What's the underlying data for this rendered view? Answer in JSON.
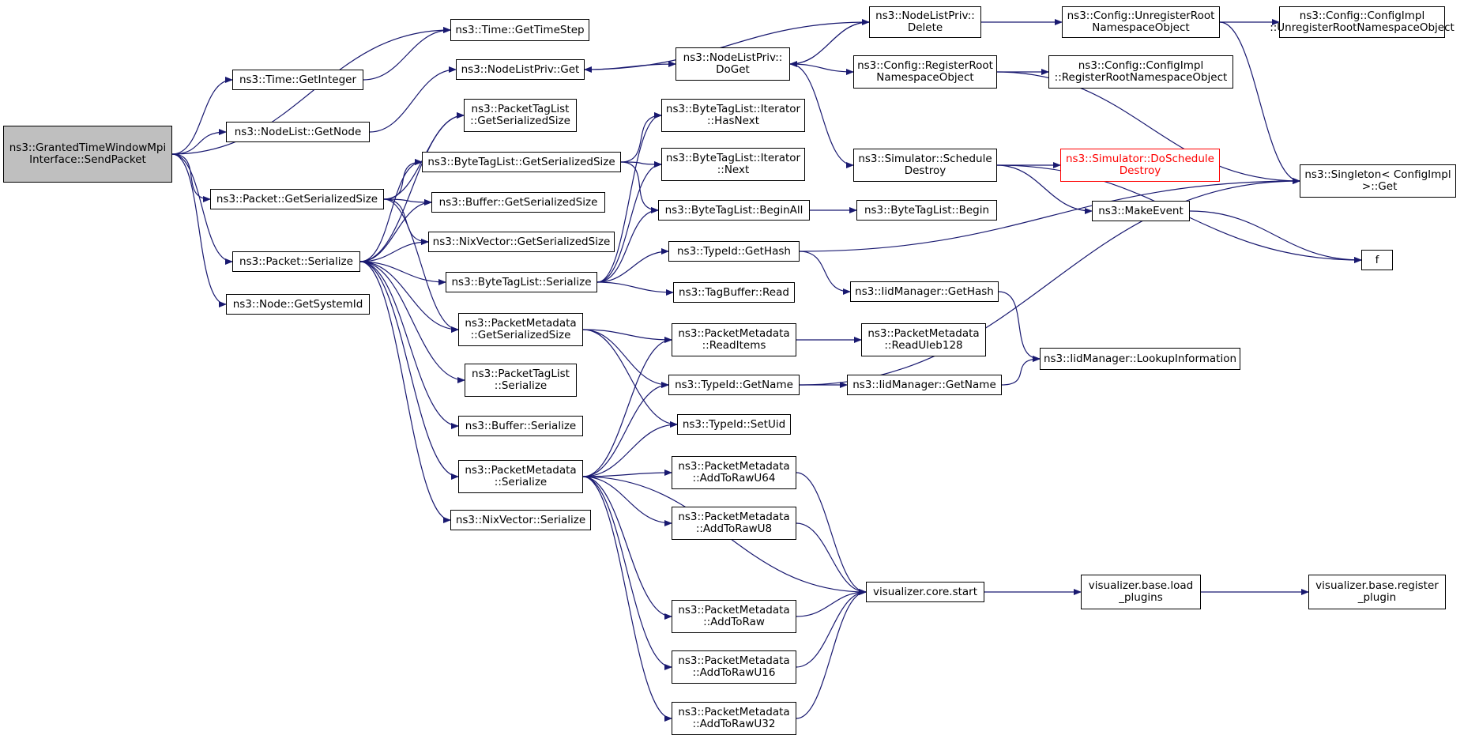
{
  "diagram": {
    "edge_color": "#191970",
    "nodes": [
      {
        "id": "root",
        "label": "ns3::GrantedTimeWindowMpi\nInterface::SendPacket",
        "style": "root"
      },
      {
        "id": "time_gettimestep",
        "label": "ns3::Time::GetTimeStep"
      },
      {
        "id": "time_getinteger",
        "label": "ns3::Time::GetInteger"
      },
      {
        "id": "nodelist_getnode",
        "label": "ns3::NodeList::GetNode"
      },
      {
        "id": "packet_getserializedsize",
        "label": "ns3::Packet::GetSerializedSize"
      },
      {
        "id": "packet_serialize",
        "label": "ns3::Packet::Serialize"
      },
      {
        "id": "node_getsystemid",
        "label": "ns3::Node::GetSystemId"
      },
      {
        "id": "nodelistpriv_get",
        "label": "ns3::NodeListPriv::Get"
      },
      {
        "id": "packettaglist_getserializedsize",
        "label": "ns3::PacketTagList\n::GetSerializedSize"
      },
      {
        "id": "bytetaglist_getserializedsize",
        "label": "ns3::ByteTagList::GetSerializedSize"
      },
      {
        "id": "buffer_getserializedsize",
        "label": "ns3::Buffer::GetSerializedSize"
      },
      {
        "id": "nixvector_getserializedsize",
        "label": "ns3::NixVector::GetSerializedSize"
      },
      {
        "id": "bytetaglist_serialize",
        "label": "ns3::ByteTagList::Serialize"
      },
      {
        "id": "packetmetadata_getserializedsize",
        "label": "ns3::PacketMetadata\n::GetSerializedSize"
      },
      {
        "id": "packettaglist_serialize",
        "label": "ns3::PacketTagList\n::Serialize"
      },
      {
        "id": "buffer_serialize",
        "label": "ns3::Buffer::Serialize"
      },
      {
        "id": "packetmetadata_serialize",
        "label": "ns3::PacketMetadata\n::Serialize"
      },
      {
        "id": "nixvector_serialize",
        "label": "ns3::NixVector::Serialize"
      },
      {
        "id": "nodelistpriv_doget",
        "label": "ns3::NodeListPriv::\nDoGet"
      },
      {
        "id": "bytetaglist_iterator_hasnext",
        "label": "ns3::ByteTagList::Iterator\n::HasNext"
      },
      {
        "id": "bytetaglist_iterator_next",
        "label": "ns3::ByteTagList::Iterator\n::Next"
      },
      {
        "id": "bytetaglist_beginall",
        "label": "ns3::ByteTagList::BeginAll"
      },
      {
        "id": "typeid_gethash",
        "label": "ns3::TypeId::GetHash"
      },
      {
        "id": "tagbuffer_read",
        "label": "ns3::TagBuffer::Read"
      },
      {
        "id": "packetmetadata_readitems",
        "label": "ns3::PacketMetadata\n::ReadItems"
      },
      {
        "id": "typeid_getname",
        "label": "ns3::TypeId::GetName"
      },
      {
        "id": "typeid_setuid",
        "label": "ns3::TypeId::SetUid"
      },
      {
        "id": "packetmetadata_addtorawu64",
        "label": "ns3::PacketMetadata\n::AddToRawU64"
      },
      {
        "id": "packetmetadata_addtorawu8",
        "label": "ns3::PacketMetadata\n::AddToRawU8"
      },
      {
        "id": "packetmetadata_addtoraw",
        "label": "ns3::PacketMetadata\n::AddToRaw"
      },
      {
        "id": "packetmetadata_addtorawu16",
        "label": "ns3::PacketMetadata\n::AddToRawU16"
      },
      {
        "id": "packetmetadata_addtorawu32",
        "label": "ns3::PacketMetadata\n::AddToRawU32"
      },
      {
        "id": "nodelistpriv_delete",
        "label": "ns3::NodeListPriv::\nDelete"
      },
      {
        "id": "config_registerrootnamespaceobject",
        "label": "ns3::Config::RegisterRoot\nNamespaceObject"
      },
      {
        "id": "simulator_scheduledestroy",
        "label": "ns3::Simulator::Schedule\nDestroy"
      },
      {
        "id": "makeevent",
        "label": "ns3::MakeEvent"
      },
      {
        "id": "bytetaglist_begin",
        "label": "ns3::ByteTagList::Begin"
      },
      {
        "id": "iidmanager_gethash",
        "label": "ns3::IidManager::GetHash"
      },
      {
        "id": "packetmetadata_readuleb128",
        "label": "ns3::PacketMetadata\n::ReadUleb128"
      },
      {
        "id": "iidmanager_getname",
        "label": "ns3::IidManager::GetName"
      },
      {
        "id": "visualizer_core_start",
        "label": "visualizer.core.start"
      },
      {
        "id": "config_unregisterrootnamespaceobject",
        "label": "ns3::Config::UnregisterRoot\nNamespaceObject"
      },
      {
        "id": "configimpl_registerrootnamespaceobject",
        "label": "ns3::Config::ConfigImpl\n::RegisterRootNamespaceObject"
      },
      {
        "id": "simulator_doscheduledestroy",
        "label": "ns3::Simulator::DoSchedule\nDestroy",
        "style": "red"
      },
      {
        "id": "iidmanager_lookupinformation",
        "label": "ns3::IidManager::LookupInformation"
      },
      {
        "id": "visualizer_base_load_plugins",
        "label": "visualizer.base.load\n_plugins"
      },
      {
        "id": "configimpl_unregisterrootnamespaceobject",
        "label": "ns3::Config::ConfigImpl\n::UnregisterRootNamespaceObject"
      },
      {
        "id": "singleton_configimpl_get",
        "label": "ns3::Singleton< ConfigImpl\n >::Get"
      },
      {
        "id": "f",
        "label": "f"
      },
      {
        "id": "visualizer_base_register_plugin",
        "label": "visualizer.base.register\n_plugin"
      }
    ],
    "edges": [
      [
        "root",
        "time_gettimestep"
      ],
      [
        "root",
        "time_getinteger"
      ],
      [
        "root",
        "nodelist_getnode"
      ],
      [
        "root",
        "packet_getserializedsize"
      ],
      [
        "root",
        "packet_serialize"
      ],
      [
        "root",
        "node_getsystemid"
      ],
      [
        "time_getinteger",
        "time_gettimestep"
      ],
      [
        "nodelist_getnode",
        "nodelistpriv_get"
      ],
      [
        "nodelistpriv_get",
        "nodelistpriv_doget"
      ],
      [
        "nodelistpriv_doget",
        "nodelistpriv_delete"
      ],
      [
        "nodelistpriv_delete",
        "nodelistpriv_doget"
      ],
      [
        "nodelistpriv_delete",
        "nodelistpriv_get"
      ],
      [
        "nodelistpriv_delete",
        "config_unregisterrootnamespaceobject"
      ],
      [
        "config_unregisterrootnamespaceobject",
        "configimpl_unregisterrootnamespaceobject"
      ],
      [
        "config_unregisterrootnamespaceobject",
        "singleton_configimpl_get"
      ],
      [
        "nodelistpriv_doget",
        "config_registerrootnamespaceobject"
      ],
      [
        "nodelistpriv_doget",
        "simulator_scheduledestroy"
      ],
      [
        "config_registerrootnamespaceobject",
        "configimpl_registerrootnamespaceobject"
      ],
      [
        "config_registerrootnamespaceobject",
        "singleton_configimpl_get"
      ],
      [
        "simulator_scheduledestroy",
        "simulator_doscheduledestroy"
      ],
      [
        "simulator_scheduledestroy",
        "makeevent"
      ],
      [
        "simulator_scheduledestroy",
        "f"
      ],
      [
        "makeevent",
        "f"
      ],
      [
        "packet_getserializedsize",
        "packettaglist_getserializedsize"
      ],
      [
        "packet_getserializedsize",
        "bytetaglist_getserializedsize"
      ],
      [
        "packet_getserializedsize",
        "buffer_getserializedsize"
      ],
      [
        "packet_getserializedsize",
        "nixvector_getserializedsize"
      ],
      [
        "packet_getserializedsize",
        "packetmetadata_getserializedsize"
      ],
      [
        "packet_serialize",
        "packettaglist_getserializedsize"
      ],
      [
        "packet_serialize",
        "bytetaglist_getserializedsize"
      ],
      [
        "packet_serialize",
        "buffer_getserializedsize"
      ],
      [
        "packet_serialize",
        "nixvector_getserializedsize"
      ],
      [
        "packet_serialize",
        "bytetaglist_serialize"
      ],
      [
        "packet_serialize",
        "packetmetadata_getserializedsize"
      ],
      [
        "packet_serialize",
        "packettaglist_serialize"
      ],
      [
        "packet_serialize",
        "buffer_serialize"
      ],
      [
        "packet_serialize",
        "packetmetadata_serialize"
      ],
      [
        "packet_serialize",
        "nixvector_serialize"
      ],
      [
        "bytetaglist_getserializedsize",
        "bytetaglist_iterator_hasnext"
      ],
      [
        "bytetaglist_getserializedsize",
        "bytetaglist_iterator_next"
      ],
      [
        "bytetaglist_getserializedsize",
        "bytetaglist_beginall"
      ],
      [
        "bytetaglist_serialize",
        "bytetaglist_iterator_hasnext"
      ],
      [
        "bytetaglist_serialize",
        "bytetaglist_iterator_next"
      ],
      [
        "bytetaglist_serialize",
        "bytetaglist_beginall"
      ],
      [
        "bytetaglist_serialize",
        "typeid_gethash"
      ],
      [
        "bytetaglist_serialize",
        "tagbuffer_read"
      ],
      [
        "bytetaglist_beginall",
        "bytetaglist_begin"
      ],
      [
        "typeid_gethash",
        "singleton_configimpl_get"
      ],
      [
        "typeid_gethash",
        "iidmanager_gethash"
      ],
      [
        "iidmanager_gethash",
        "iidmanager_lookupinformation"
      ],
      [
        "packetmetadata_getserializedsize",
        "packetmetadata_readitems"
      ],
      [
        "packetmetadata_getserializedsize",
        "typeid_getname"
      ],
      [
        "packetmetadata_getserializedsize",
        "typeid_setuid"
      ],
      [
        "packetmetadata_readitems",
        "packetmetadata_readuleb128"
      ],
      [
        "typeid_getname",
        "iidmanager_getname"
      ],
      [
        "typeid_getname",
        "singleton_configimpl_get"
      ],
      [
        "iidmanager_getname",
        "iidmanager_lookupinformation"
      ],
      [
        "packetmetadata_serialize",
        "packetmetadata_readitems"
      ],
      [
        "packetmetadata_serialize",
        "typeid_getname"
      ],
      [
        "packetmetadata_serialize",
        "typeid_setuid"
      ],
      [
        "packetmetadata_serialize",
        "packetmetadata_addtorawu64"
      ],
      [
        "packetmetadata_serialize",
        "packetmetadata_addtorawu8"
      ],
      [
        "packetmetadata_serialize",
        "visualizer_core_start"
      ],
      [
        "packetmetadata_serialize",
        "packetmetadata_addtoraw"
      ],
      [
        "packetmetadata_serialize",
        "packetmetadata_addtorawu16"
      ],
      [
        "packetmetadata_serialize",
        "packetmetadata_addtorawu32"
      ],
      [
        "packetmetadata_addtorawu64",
        "visualizer_core_start"
      ],
      [
        "packetmetadata_addtorawu8",
        "visualizer_core_start"
      ],
      [
        "packetmetadata_addtoraw",
        "visualizer_core_start"
      ],
      [
        "packetmetadata_addtorawu16",
        "visualizer_core_start"
      ],
      [
        "packetmetadata_addtorawu32",
        "visualizer_core_start"
      ],
      [
        "visualizer_core_start",
        "visualizer_base_load_plugins"
      ],
      [
        "visualizer_base_load_plugins",
        "visualizer_base_register_plugin"
      ]
    ]
  }
}
